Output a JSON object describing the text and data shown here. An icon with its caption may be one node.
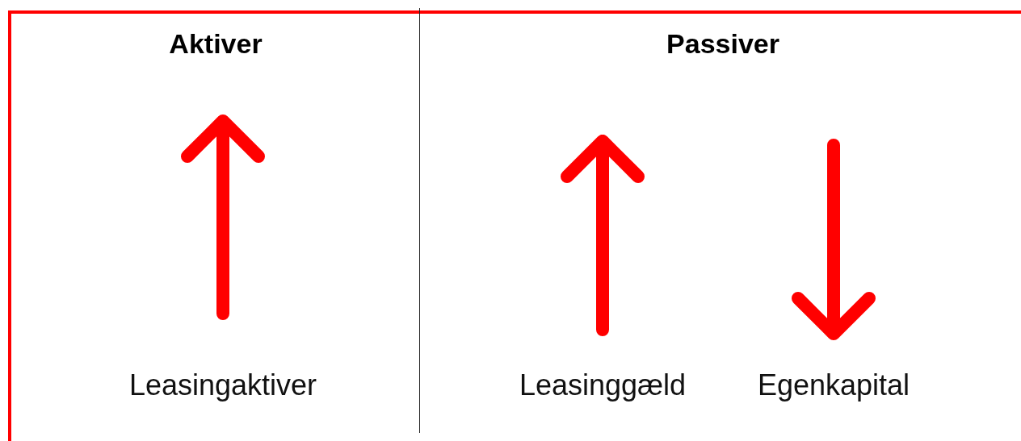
{
  "diagram": {
    "nodes": [
      {
        "text": [
          "Aktiver"
        ]
      },
      {
        "text": [
          "Passiver"
        ]
      },
      {
        "text": [
          "Leasingaktiver"
        ],
        "in": 0
      },
      {
        "text": [
          "Leasinggæld"
        ],
        "in": 1
      },
      {
        "text": [
          "Egenkapital"
        ],
        "in": 1
      }
    ]
  }
}
